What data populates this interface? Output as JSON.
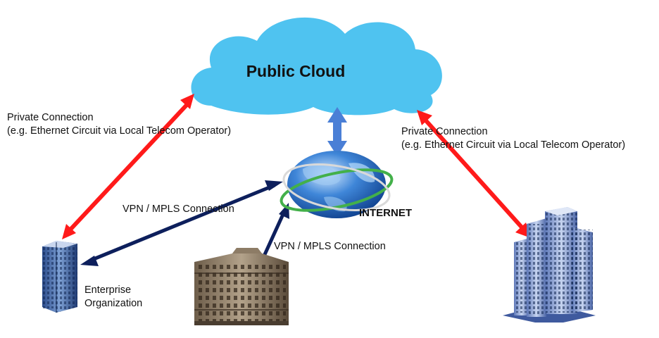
{
  "cloud": {
    "title": "Public Cloud",
    "color": "#4fc3f0"
  },
  "internet": {
    "label": "INTERNET"
  },
  "connections": {
    "private_left": {
      "line1": "Private Connection",
      "line2": "(e.g. Ethernet Circuit via Local Telecom Operator)"
    },
    "private_right": {
      "line1": "Private Connection",
      "line2": "(e.g. Ethernet Circuit via Local Telecom Operator)"
    },
    "vpn_left": "VPN / MPLS Connection",
    "vpn_middle": "VPN / MPLS Connection"
  },
  "enterprise": {
    "line1": "Enterprise",
    "line2": "Organization"
  },
  "colors": {
    "private_arrow": "#ff1a1a",
    "vpn_arrow": "#0d1f5c",
    "cloud_arrow": "#4a7fd6"
  },
  "icons": [
    "cloud-icon",
    "globe-icon",
    "office-tower-icon",
    "brick-building-icon",
    "skyscraper-icon"
  ]
}
